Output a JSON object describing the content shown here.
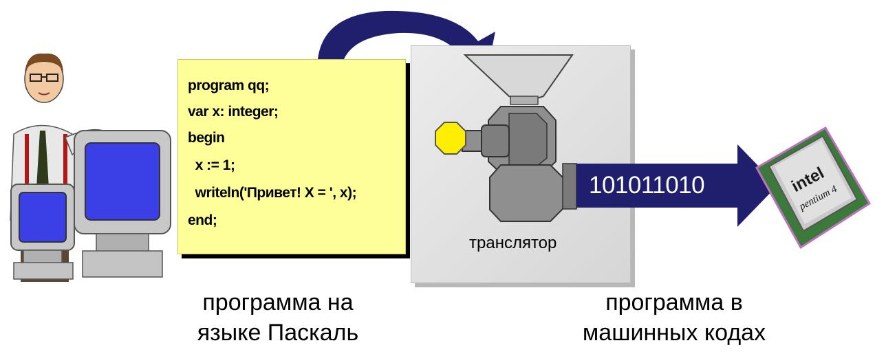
{
  "code": {
    "lines": [
      "program qq;",
      "var x: integer;",
      "begin",
      "  x := 1;",
      "  writeln('Привет! X = ', x);",
      "end;"
    ]
  },
  "translator": {
    "label": "транслятор"
  },
  "binary_output": "101011010",
  "chip": {
    "brand": "intel",
    "model": "pentium 4"
  },
  "captions": {
    "source_program": {
      "line1": "программа на",
      "line2": "языке Паскаль"
    },
    "machine_program": {
      "line1": "программа в",
      "line2": "машинных кодах"
    }
  },
  "colors": {
    "code_bg": "#ffff99",
    "arrow": "#1f1f6e",
    "knob": "#ffee00",
    "grinder": "#8a8a8a"
  }
}
